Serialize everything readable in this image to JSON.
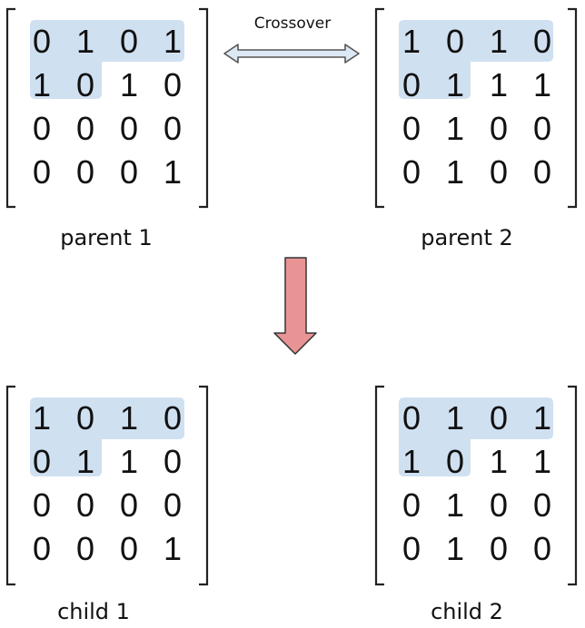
{
  "colors": {
    "highlight": "#cfe0f1",
    "swap_arrow_fill": "#dde8f5",
    "swap_arrow_stroke": "#555555",
    "down_arrow_fill": "#e89494",
    "down_arrow_stroke": "#333333"
  },
  "crossover_label": "Crossover",
  "matrices": {
    "parent1": {
      "caption": "parent 1",
      "rows": [
        [
          "0",
          "1",
          "0",
          "1"
        ],
        [
          "1",
          "0",
          "1",
          "0"
        ],
        [
          "0",
          "0",
          "0",
          "0"
        ],
        [
          "0",
          "0",
          "0",
          "1"
        ]
      ]
    },
    "parent2": {
      "caption": "parent 2",
      "rows": [
        [
          "1",
          "0",
          "1",
          "0"
        ],
        [
          "0",
          "1",
          "1",
          "1"
        ],
        [
          "0",
          "1",
          "0",
          "0"
        ],
        [
          "0",
          "1",
          "0",
          "0"
        ]
      ]
    },
    "child1": {
      "caption": "child 1",
      "rows": [
        [
          "1",
          "0",
          "1",
          "0"
        ],
        [
          "0",
          "1",
          "1",
          "0"
        ],
        [
          "0",
          "0",
          "0",
          "0"
        ],
        [
          "0",
          "0",
          "0",
          "1"
        ]
      ]
    },
    "child2": {
      "caption": "child 2",
      "rows": [
        [
          "0",
          "1",
          "0",
          "1"
        ],
        [
          "1",
          "0",
          "1",
          "1"
        ],
        [
          "0",
          "1",
          "0",
          "0"
        ],
        [
          "0",
          "1",
          "0",
          "0"
        ]
      ]
    }
  }
}
